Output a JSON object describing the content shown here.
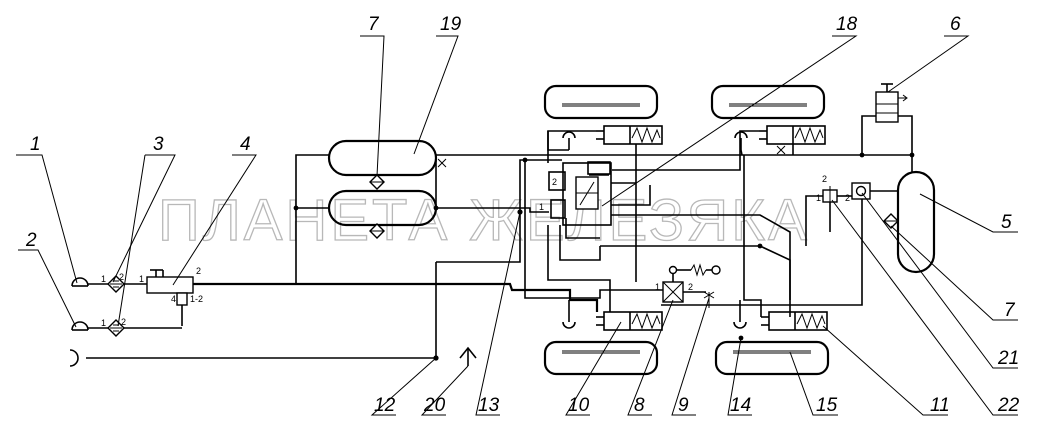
{
  "watermark": "ПЛАНЕТА ЖЕЛЕЗЯКА",
  "callouts": [
    {
      "id": "c1",
      "text": "1"
    },
    {
      "id": "c2",
      "text": "2"
    },
    {
      "id": "c3",
      "text": "3"
    },
    {
      "id": "c4",
      "text": "4"
    },
    {
      "id": "c5",
      "text": "5"
    },
    {
      "id": "c6",
      "text": "6"
    },
    {
      "id": "c7a",
      "text": "7"
    },
    {
      "id": "c7b",
      "text": "7"
    },
    {
      "id": "c8",
      "text": "8"
    },
    {
      "id": "c9",
      "text": "9"
    },
    {
      "id": "c10",
      "text": "10"
    },
    {
      "id": "c11",
      "text": "11"
    },
    {
      "id": "c12",
      "text": "12"
    },
    {
      "id": "c13",
      "text": "13"
    },
    {
      "id": "c14",
      "text": "14"
    },
    {
      "id": "c15",
      "text": "15"
    },
    {
      "id": "c18",
      "text": "18"
    },
    {
      "id": "c19",
      "text": "19"
    },
    {
      "id": "c20",
      "text": "20"
    },
    {
      "id": "c21",
      "text": "21"
    },
    {
      "id": "c22",
      "text": "22"
    }
  ],
  "ports": {
    "p1a": "1",
    "p2a": "2",
    "p1b": "1",
    "p2b": "2",
    "v4_1": "1",
    "v4_2": "2",
    "v4_4": "4",
    "v4_12": "1-2",
    "cv_1": "1",
    "cv_2": "2",
    "e8_1": "1",
    "e8_2": "2",
    "rv_2": "2",
    "rv_1": "1",
    "rv_3": "2"
  }
}
